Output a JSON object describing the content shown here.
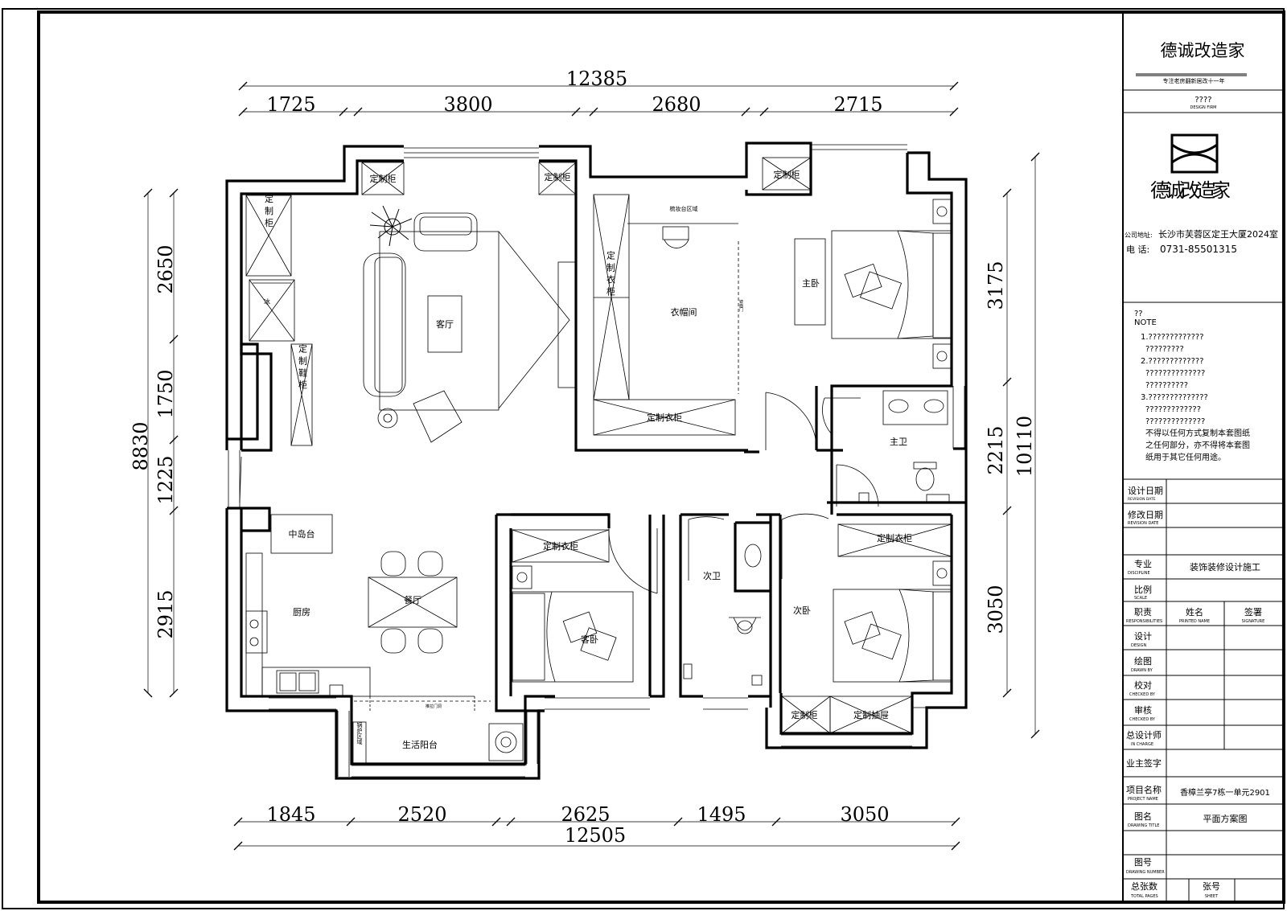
{
  "title_block": {
    "brand": "德诚改造家",
    "slogan": "专注老房翻新居改十一年",
    "design_firm_cn": "????",
    "design_firm_en": "DESIGN FIRM",
    "logo_text": "德诚改造家",
    "address_label": "公司地址:",
    "address": "长沙市芙蓉区定王大厦2024室",
    "phone_label": "电  话:",
    "phone": "0731-85501315",
    "note_cn": "??",
    "note_en": "NOTE",
    "notes": [
      "1.?????????????",
      "?????????",
      "2.?????????????",
      "??????????????",
      "??????????",
      "3.??????????????",
      "?????????????",
      "??????????????",
      "不得以任何方式复制本套图纸",
      "之任何部分，亦不得将本套图",
      "纸用于其它任何用途。"
    ],
    "rows": {
      "design_date": {
        "cn": "设计日期",
        "en": "REVISION DATE"
      },
      "revise_date": {
        "cn": "修改日期",
        "en": "REVISION DATE"
      },
      "discipline": {
        "cn": "专业",
        "en": "DISCIPLINE",
        "value": "装饰装修设计施工"
      },
      "scale": {
        "cn": "比例",
        "en": "SCALE"
      },
      "responsibilities": {
        "cn": "职责",
        "en": "RESPONSIBILITIES",
        "name_cn": "姓名",
        "name_en": "PRINTED NAME",
        "sign_cn": "签署",
        "sign_en": "SIGNATURE"
      },
      "design": {
        "cn": "设计",
        "en": "DESIGN"
      },
      "drawn": {
        "cn": "绘图",
        "en": "DRAWN BY"
      },
      "checked": {
        "cn": "校对",
        "en": "CHECKED BY"
      },
      "approved": {
        "cn": "审核",
        "en": "CHECKED BY"
      },
      "chief": {
        "cn": "总设计师",
        "en": "IN CHARGE"
      },
      "owner": {
        "cn": "业主签字"
      },
      "project": {
        "cn": "项目名称",
        "en": "PROJECT NAME",
        "value": "香樟兰亭7栋一单元2901"
      },
      "drawing_title": {
        "cn": "图名",
        "en": "DRAWING TITLE",
        "value": "平面方案图"
      },
      "drawing_no": {
        "cn": "图号",
        "en": "DRAWING NUMBER"
      },
      "total_pages": {
        "cn": "总张数",
        "en": "TOTAL PAGES",
        "sheet_cn": "张号",
        "sheet_en": "SHEET"
      }
    }
  },
  "dimensions": {
    "top_total": "12385",
    "top": [
      "1725",
      "3800",
      "2680",
      "2715"
    ],
    "bottom_total": "12505",
    "bottom": [
      "1845",
      "2520",
      "2625",
      "1495",
      "3050"
    ],
    "left_total": "8830",
    "left": [
      "2650",
      "1750",
      "1225",
      "2915"
    ],
    "right_total": "10110",
    "right": [
      "3175",
      "2215",
      "3050"
    ]
  },
  "rooms": {
    "living": "客厅",
    "cloakroom": "衣帽间",
    "vanity_area": "梳妆台区域",
    "master_bedroom": "主卧",
    "master_bath": "主卫",
    "kitchen": "厨房",
    "island": "中岛台",
    "dining": "餐厅",
    "guest_bedroom": "客卧",
    "second_bath": "次卫",
    "second_bedroom": "次卧",
    "balcony": "生活阳台",
    "boiler_area": "锅炉区域",
    "sliding_door": "推拉门洞",
    "mirror": "镜面门"
  },
  "furniture": {
    "cabinet_1": "定制柜",
    "cabinet_2": "定制柜",
    "cabinet_3": "定制柜",
    "cabinet_left": "定制柜",
    "shoe_cabinet": "定制鞋柜",
    "fridge": "冰",
    "wardrobe_v": "定制衣柜",
    "wardrobe_h": "定制衣柜",
    "guest_wardrobe": "定制衣柜",
    "second_wardrobe": "定制衣柜",
    "bottom_cabinet": "定制柜",
    "drawer_unit": "定制抽屉"
  }
}
